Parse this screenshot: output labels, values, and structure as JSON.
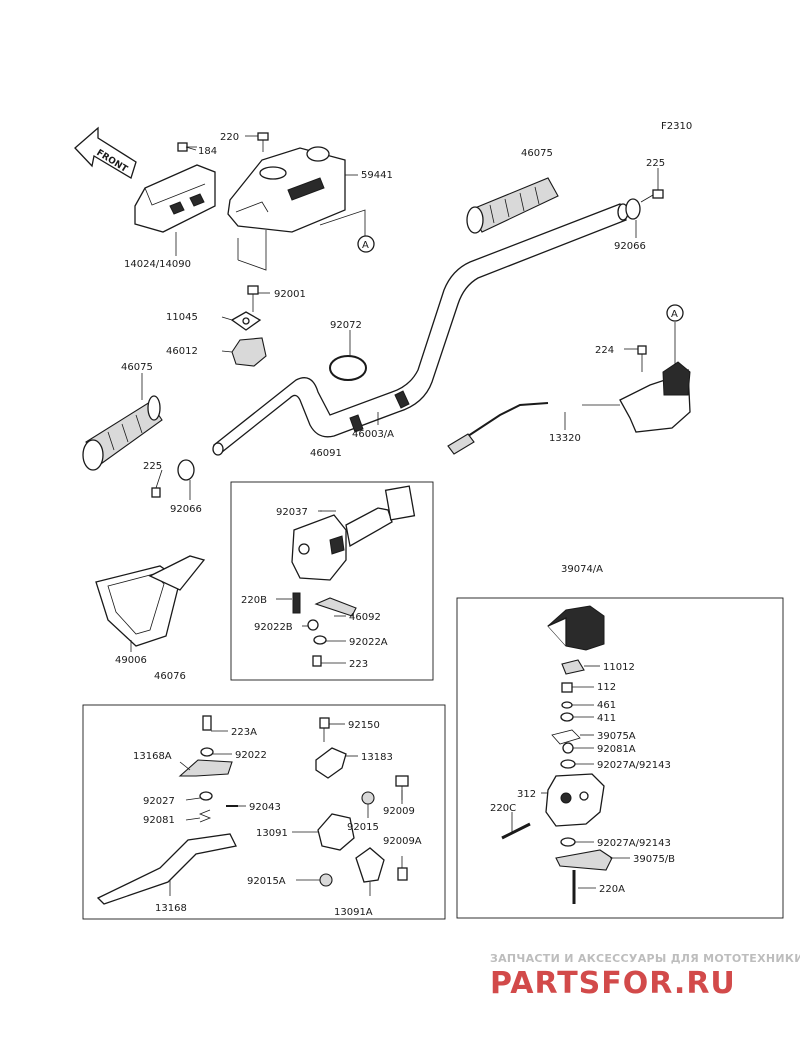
{
  "figure_code": "F2310",
  "front_arrow_label": "FRONT",
  "ref_marker": "A",
  "group_labels": {
    "switch_left": "46091",
    "switch_housing": "39074/A",
    "clutch_lever": "46076"
  },
  "part_labels": {
    "p220": "220",
    "p184": "184",
    "p59441": "59441",
    "p46075_top": "46075",
    "p225_top": "225",
    "p14024": "14024/14090",
    "p92066_top": "92066",
    "p92001": "92001",
    "p11045": "11045",
    "p92072": "92072",
    "p46012": "46012",
    "p224": "224",
    "p46075_left": "46075",
    "p46003": "46003/A",
    "p13320": "13320",
    "p225_left": "225",
    "p92066_left": "92066",
    "p92037": "92037",
    "p220B": "220B",
    "p46092": "46092",
    "p92022B": "92022B",
    "p92022A": "92022A",
    "p223": "223",
    "p49006": "49006",
    "p11012": "11012",
    "p112": "112",
    "p461": "461",
    "p411": "411",
    "p39075A": "39075A",
    "p92081A": "92081A",
    "p92027A_1": "92027A/92143",
    "p312": "312",
    "p220C": "220C",
    "p92027A_2": "92027A/92143",
    "p39075B": "39075/B",
    "p220A": "220A",
    "p223A": "223A",
    "p92150": "92150",
    "p13168A": "13168A",
    "p92022": "92022",
    "p13183": "13183",
    "p92027": "92027",
    "p92043": "92043",
    "p92009": "92009",
    "p92081": "92081",
    "p92015": "92015",
    "p13091": "13091",
    "p92009A": "92009A",
    "p92015A": "92015A",
    "p13168": "13168",
    "p13091A": "13091A"
  },
  "watermark": {
    "tagline": "ЗАПЧАСТИ И АКСЕССУАРЫ ДЛЯ МОТОТЕХНИКИ",
    "logo": "PARTSFOR.RU"
  },
  "colors": {
    "line": "#1a1a1a",
    "watermark_red": "#d24a4a",
    "watermark_grey": "#bdbdbd"
  }
}
